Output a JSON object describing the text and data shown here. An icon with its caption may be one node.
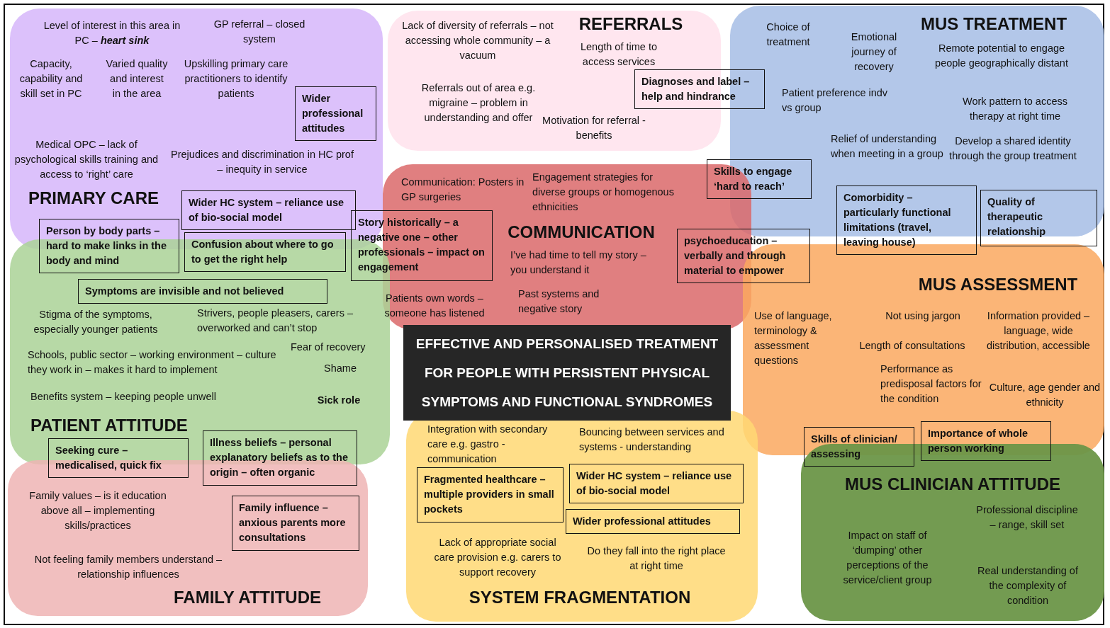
{
  "diagram": {
    "nodes": [
      {
        "text": [
          "Level of interest in this area in PC – **heart sink**",
          "GP referral – closed system",
          "Capacity, capability and skill set in PC",
          "Varied quality and interest in the area",
          "Upskilling primary care practitioners to identify patients",
          "Medical OPC – lack of psychological skills training and access to ‘right’ care",
          "Prejudices and discrimination in HC prof – inequity in service",
          "PRIMARY CARE"
        ]
      },
      {
        "text": [
          "Wider professional attitudes"
        ],
        "in": 0
      },
      {
        "text": [
          "Wider HC system – reliance use of bio-social model"
        ],
        "in": 0
      },
      {
        "text": [
          "REFERRALS",
          "Lack of diversity of referrals – not accessing whole community – a vacuum",
          "Length of time to access services",
          "Referrals out of area e.g. migraine – problem in understanding and offer",
          "Motivation for referral - benefits"
        ]
      },
      {
        "text": [
          "Diagnoses and label – help and hindrance"
        ]
      },
      {
        "text": [
          "MUS TREATMENT",
          "Choice of treatment",
          "Emotional journey of recovery",
          "Remote potential to engage people geographically distant",
          "Patient preference indv vs group",
          "Work pattern to access therapy at right time",
          "Relief of understanding when meeting in a group",
          "Develop a shared identity through the group treatment"
        ]
      },
      {
        "text": [
          "Communication: Posters in GP surgeries",
          "Engagement strategies for diverse groups or homogenous ethnicities",
          "COMMUNICATION",
          "I’ve had time to tell my story – you understand it",
          "Patients own words – someone has listened",
          "Past systems and negative story"
        ]
      },
      {
        "text": [
          "Skills to engage ‘hard to reach’"
        ]
      },
      {
        "text": [
          "Comorbidity – particularly functional limitations (travel, leaving house)"
        ]
      },
      {
        "text": [
          "Quality of therapeutic relationship"
        ]
      },
      {
        "text": [
          "Person by body parts – hard to make links in the body and mind"
        ]
      },
      {
        "text": [
          "Confusion about where to go to get the right help"
        ]
      },
      {
        "text": [
          "Story historically – a negative one – other professionals – impact on engagement"
        ]
      },
      {
        "text": [
          "psychoeducation – verbally and through material to empower"
        ]
      },
      {
        "text": [
          "Stigma of the symptoms, especially younger patients",
          "Strivers, people pleasers, carers – overworked and can’t stop",
          "Fear of recovery",
          "Schools, public sector – working environment – culture they work in – makes it hard to implement",
          "Shame",
          "Benefits system – keeping people unwell",
          "Sick role",
          "PATIENT ATTITUDE"
        ]
      },
      {
        "text": [
          "Symptoms are invisible and not believed"
        ],
        "in": 14
      },
      {
        "text": [
          "MUS ASSESSMENT",
          "Use of language, terminology & assessment questions",
          "Not using jargon",
          "Length of consultations",
          "Performance as predisposal factors for the condition",
          "Information provided – language, wide distribution, accessible",
          "Culture, age gender and ethnicity"
        ]
      },
      {
        "text": [
          "EFFECTIVE AND PERSONALISED TREATMENT FOR PEOPLE WITH PERSISTENT PHYSICAL SYMPTOMS AND FUNCTIONAL SYNDROMES"
        ]
      },
      {
        "text": [
          "Integration with secondary care e.g. gastro - communication",
          "Bouncing between services and systems - understanding",
          "Lack of appropriate social care provision e.g. carers to support recovery",
          "Do they fall into the right place at right time",
          "SYSTEM FRAGMENTATION"
        ]
      },
      {
        "text": [
          "Fragmented healthcare – multiple providers in small pockets"
        ],
        "in": 18
      },
      {
        "text": [
          "Wider HC system – reliance use of bio-social model"
        ],
        "in": 18
      },
      {
        "text": [
          "Wider professional attitudes"
        ],
        "in": 18
      },
      {
        "text": [
          "Seeking cure – medicalised, quick fix"
        ]
      },
      {
        "text": [
          "Illness beliefs – personal explanatory beliefs as to the origin – often organic"
        ]
      },
      {
        "text": [
          "Family values – is it education above all – implementing skills/practices",
          "Not feeling family members understand – relationship influences",
          "FAMILY ATTITUDE"
        ]
      },
      {
        "text": [
          "Family influence – anxious parents more consultations"
        ],
        "in": 24
      },
      {
        "text": [
          "Skills of clinician/ assessing"
        ]
      },
      {
        "text": [
          "Importance of whole person working"
        ]
      },
      {
        "text": [
          "MUS CLINICIAN ATTITUDE",
          "Impact on staff of ‘dumping’ other perceptions of the service/client group",
          "Professional discipline – range, skill set",
          "Real understanding of the complexity of condition"
        ]
      }
    ]
  }
}
